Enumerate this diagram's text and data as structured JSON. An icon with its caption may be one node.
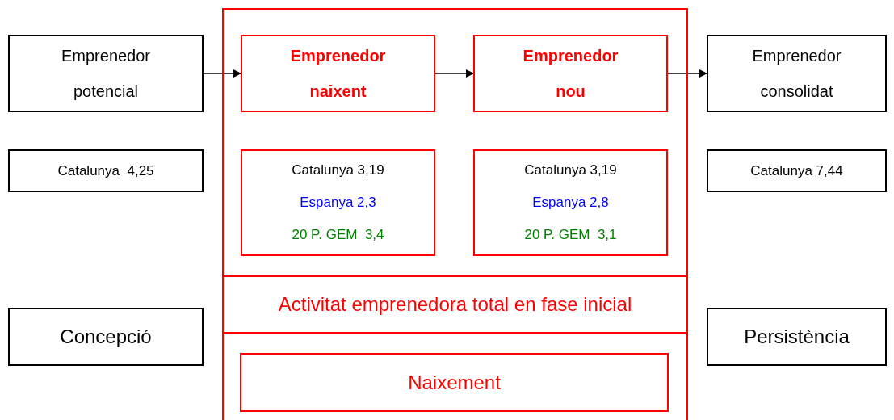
{
  "diagram": {
    "nodes": [
      {
        "text": [
          "Emprenedor potencial"
        ]
      },
      {
        "text": [],
        "shape": "box"
      },
      {
        "text": [
          "Emprenedor naixent"
        ],
        "in": 1
      },
      {
        "text": [
          "Emprenedor nou"
        ],
        "in": 1
      },
      {
        "text": [
          "Emprenedor consolidat"
        ]
      },
      {
        "text": [
          "Catalunya  4,25"
        ]
      },
      {
        "text": [
          "Catalunya 3,19",
          "Espanya 2,3",
          "20 P. GEM  3,4"
        ],
        "in": 1
      },
      {
        "text": [
          "Catalunya 3,19",
          "Espanya 2,8",
          "20 P. GEM  3,1"
        ],
        "in": 1
      },
      {
        "text": [
          "Catalunya 7,44"
        ]
      },
      {
        "text": [
          "Activitat emprenedora total en fase inicial"
        ],
        "in": 1
      },
      {
        "text": [
          "Concepció"
        ]
      },
      {
        "text": [
          "Persistència"
        ]
      },
      {
        "text": [
          "Naixement"
        ],
        "in": 1
      }
    ],
    "edges": [
      {
        "from": 0,
        "to": 2,
        "arrow": "to"
      },
      {
        "from": 2,
        "to": 3,
        "arrow": "to"
      },
      {
        "from": 3,
        "to": 4,
        "arrow": "to"
      }
    ]
  }
}
